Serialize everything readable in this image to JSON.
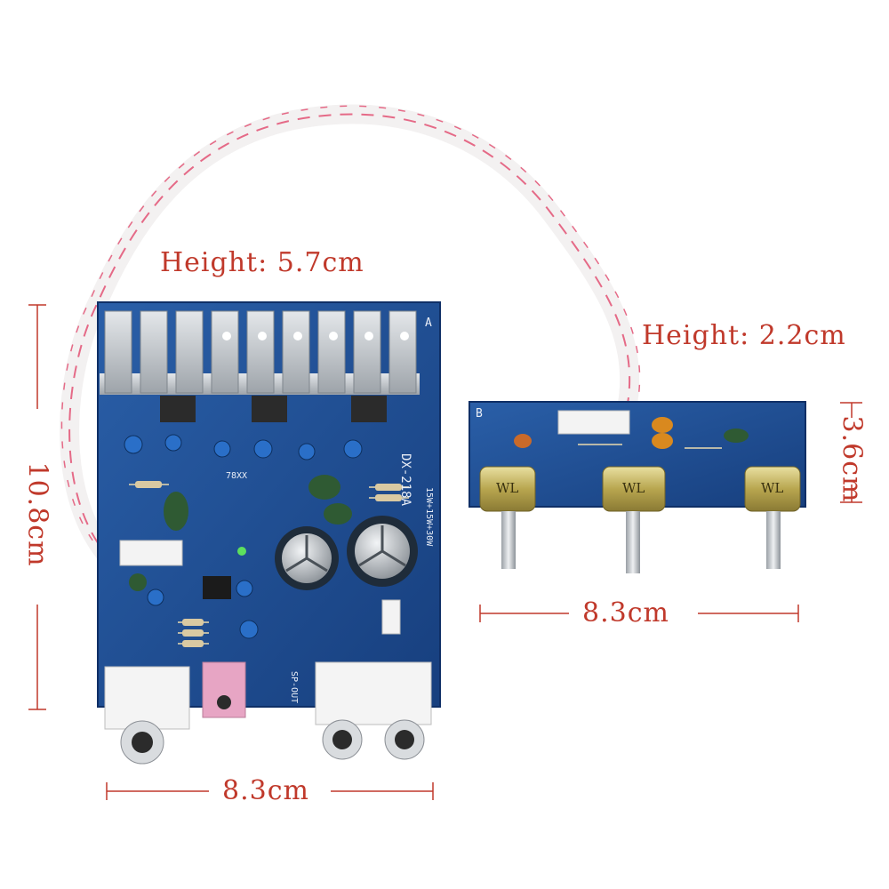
{
  "labels": {
    "main_height": "Height: 5.7cm",
    "tone_height": "Height: 2.2cm",
    "main_side": "10.8cm",
    "tone_side": "3.6cm",
    "main_width": "8.3cm",
    "tone_width": "8.3cm"
  },
  "board_marks": {
    "model": "DX-218A",
    "power": "15W+15W+30W",
    "corner_a": "A",
    "corner_b": "B",
    "pot_brand": "WL",
    "sp_out": "SP-OUT",
    "reg": "78XX"
  },
  "colors": {
    "label_red": "#c0392b",
    "pcb_blue": "#1e4f96",
    "heatsink": "#c9cdd2",
    "ribbon_pink": "#e56a87"
  }
}
